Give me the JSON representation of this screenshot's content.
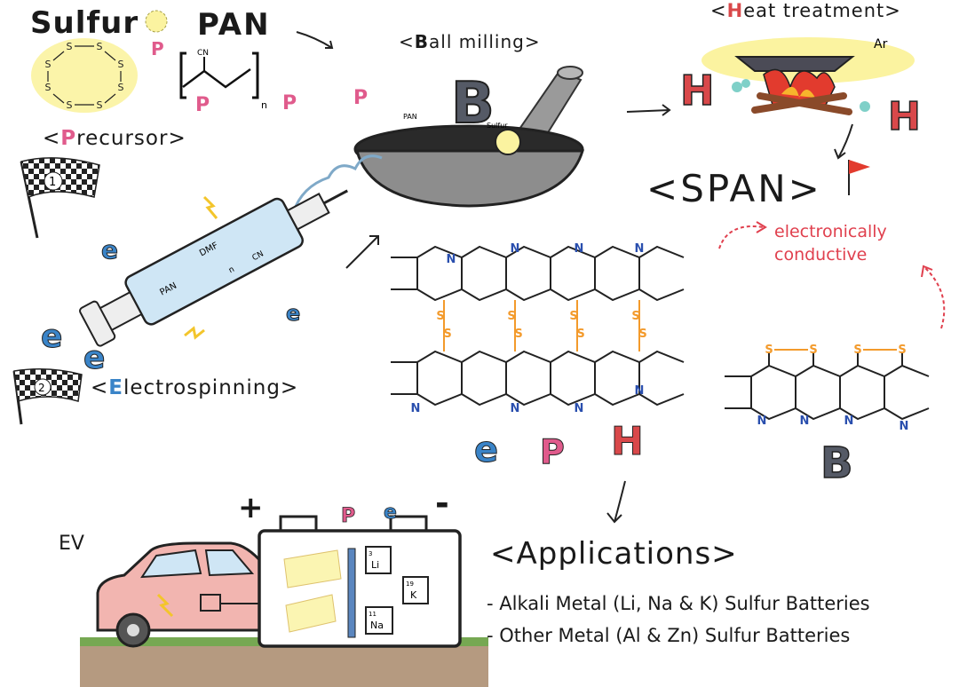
{
  "labels": {
    "sulfur": "Sulfur",
    "pan": "PAN",
    "ball_milling_open": "<",
    "ball_milling_first": "B",
    "ball_milling_rest": "all milling",
    "ball_milling_close": ">",
    "heat_open": "<",
    "heat_first": "H",
    "heat_rest": "eat treatment",
    "heat_close": ">",
    "ar": "Ar",
    "precursor_open": "<",
    "precursor_first": "P",
    "precursor_rest": "recursor",
    "precursor_close": ">",
    "electro_open": "<",
    "electro_first": "E",
    "electro_rest": "lectrospinning",
    "electro_close": ">",
    "span": "<SPAN>",
    "electronically": "electronically",
    "conductive": "conductive",
    "applications": "<Applications>",
    "ev": "EV",
    "plus": "+",
    "minus": "-",
    "flag1": "1",
    "flag2": "2"
  },
  "applications": [
    "- Alkali Metal (Li, Na & K) Sulfur Batteries",
    "- Other Metal (Al & Zn) Sulfur Batteries"
  ],
  "molecule": {
    "s": "S",
    "n": "N",
    "cn": "CN",
    "n_sub": "n"
  },
  "syringe": {
    "pan": "PAN",
    "dmf": "DMF",
    "cn": "CN",
    "n": "n"
  },
  "pan_tag": "PAN",
  "sulfur_tag": "Sulfur",
  "battery": {
    "li_num": "3",
    "li": "Li",
    "k_num": "19",
    "k": "K",
    "na_num": "11",
    "na": "Na"
  },
  "characters": {
    "b": "B",
    "h": "H",
    "e": "e",
    "p": "P"
  },
  "colors": {
    "pink": "#e05b8c",
    "blue": "#3a84c8",
    "red": "#d9484a",
    "orange": "#f39a2b",
    "nblue": "#2a4fae",
    "yellow": "#fbf3a0"
  }
}
